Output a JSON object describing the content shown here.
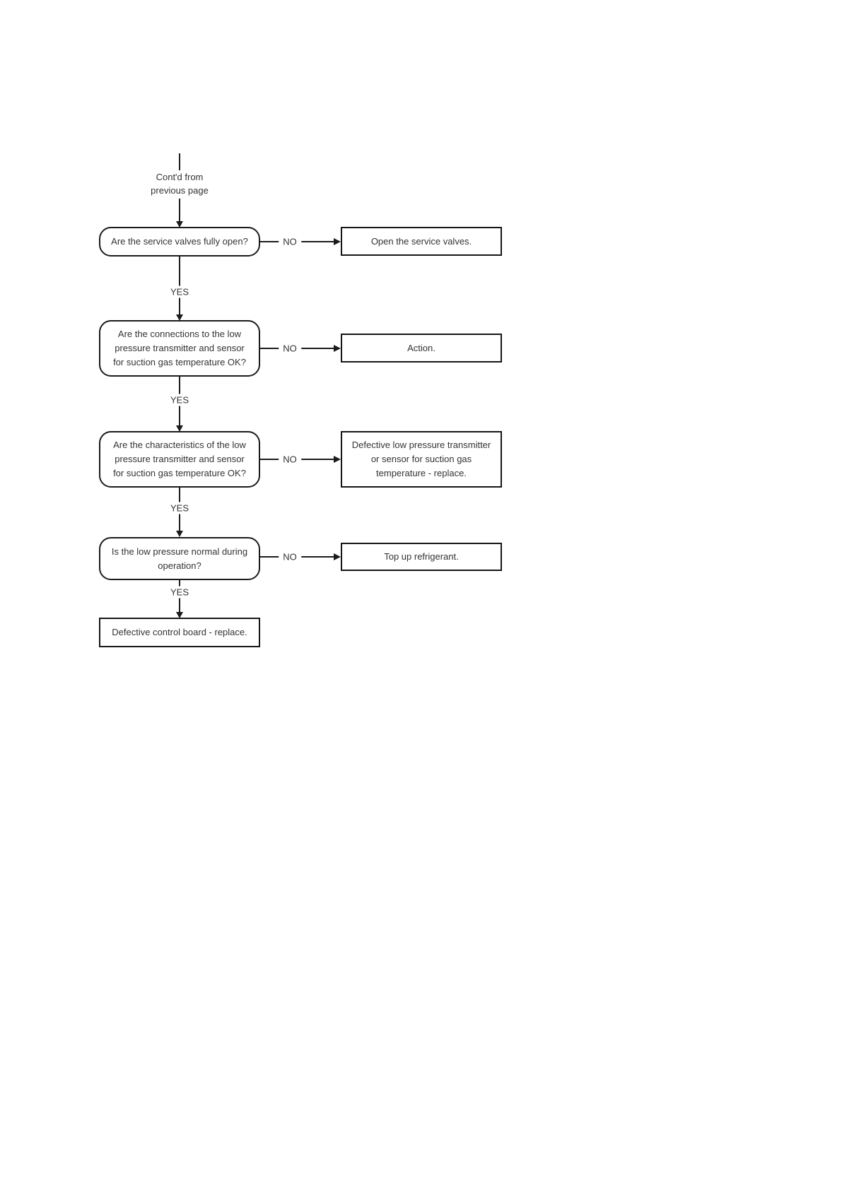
{
  "page": {
    "background": "#ffffff"
  },
  "colors": {
    "ink": "#1b1b1b",
    "text": "#333333"
  },
  "start": {
    "label": "Cont'd from\nprevious page"
  },
  "labels": {
    "yes": "YES",
    "no": "NO"
  },
  "flow": {
    "steps": [
      {
        "question": "Are the service valves fully open?",
        "action": "Open the service valves."
      },
      {
        "question": "Are the connections to the low\npressure transmitter and sensor\nfor suction gas temperature OK?",
        "action": "Action."
      },
      {
        "question": "Are the characteristics of the low\npressure transmitter and sensor\nfor suction gas temperature OK?",
        "action": "Defective low pressure transmitter\nor sensor for suction gas\ntemperature - replace."
      },
      {
        "question": "Is the low pressure normal during\noperation?",
        "action": "Top up refrigerant."
      }
    ],
    "final": "Defective control board - replace."
  }
}
